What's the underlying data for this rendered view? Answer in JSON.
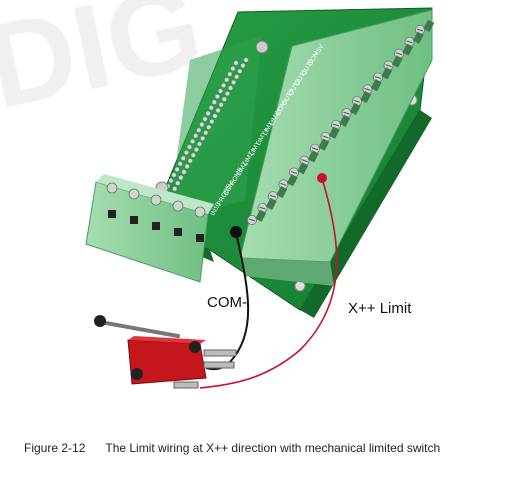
{
  "watermark": {
    "text": "DIG"
  },
  "board": {
    "pin_labels": [
      "+5V",
      "COM",
      "OUT0",
      "OUT1",
      "OUT2",
      "OUT3",
      "COM-",
      "LIMX+",
      "LIMX-",
      "LIMY+",
      "LIMY-",
      "LIMZ+",
      "LIMZ-",
      "HOME",
      "COM-",
      "PROBE",
      "IN10"
    ]
  },
  "wires": {
    "com_label": "COM-",
    "limit_label": "X++ Limit",
    "com_color": "#111111",
    "limit_color": "#c8102e"
  },
  "colors": {
    "pcb": "#1f8a3b",
    "pcb_dark": "#146b2b",
    "terminal": "#8fd19e",
    "switch": "#c4161c"
  },
  "caption": {
    "number": "Figure 2-12",
    "text": "The Limit wiring at X++ direction with mechanical limited switch"
  }
}
